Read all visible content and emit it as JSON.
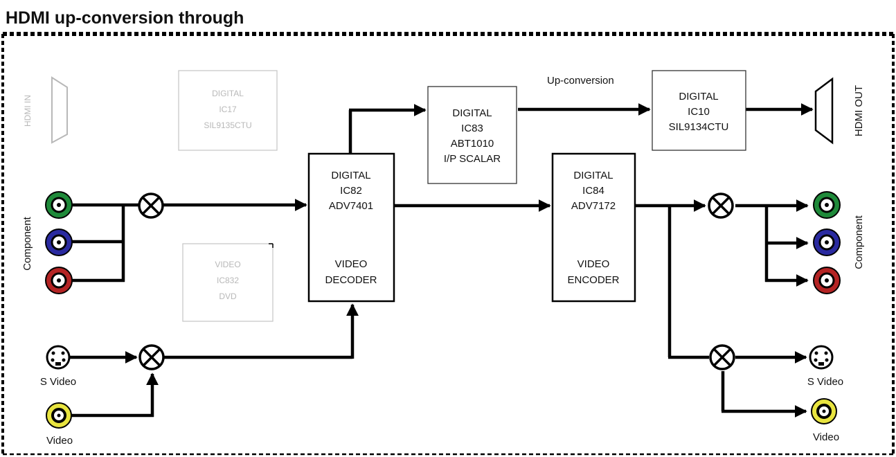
{
  "title": "HDMI up-conversion through",
  "up_conversion_label": "Up-conversion",
  "blocks": {
    "ic17": [
      "DIGITAL",
      "IC17",
      "SIL9135CTU"
    ],
    "ic82": [
      "DIGITAL",
      "IC82",
      "ADV7401",
      "",
      "VIDEO",
      "DECODER"
    ],
    "ic83": [
      "DIGITAL",
      "IC83",
      "ABT1010",
      "I/P SCALAR"
    ],
    "ic84": [
      "DIGITAL",
      "IC84",
      "ADV7172",
      "",
      "VIDEO",
      "ENCODER"
    ],
    "ic10": [
      "DIGITAL",
      "IC10",
      "SIL9134CTU"
    ],
    "ic832": [
      "VIDEO",
      "IC832",
      "DVD"
    ]
  },
  "ports": {
    "hdmi_in": "HDMI IN",
    "hdmi_out": "HDMI OUT",
    "component_in": "Component",
    "component_out": "Component",
    "svideo_in": "S Video",
    "svideo_out": "S Video",
    "video_in": "Video",
    "video_out": "Video"
  },
  "colors": {
    "green": "#1f8a3a",
    "blue": "#2a2aa0",
    "red": "#b42424",
    "yellow": "#e8e440"
  }
}
